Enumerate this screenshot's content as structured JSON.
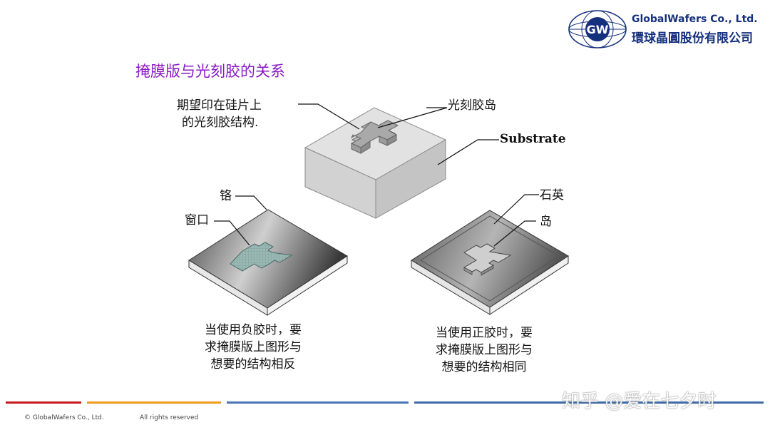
{
  "header": {
    "logo_initials": "GW",
    "company_en": "GlobalWafers Co., Ltd.",
    "company_cn": "環球晶圓股份有限公司"
  },
  "title": "掩膜版与光刻胶的关系",
  "labels": {
    "target_line1": "期望印在硅片上",
    "target_line2": "的光刻胶结构.",
    "resist_island": "光刻胶岛",
    "substrate": "Substrate",
    "chrome": "铬",
    "window": "窗口",
    "quartz": "石英",
    "island": "岛"
  },
  "captions": {
    "negative": [
      "当使用负胶时，要",
      "求掩膜版上图形与",
      "想要的结构相反"
    ],
    "positive": [
      "当使用正胶时，要",
      "求掩膜版上图形与",
      "想要的结构相同"
    ]
  },
  "footer": {
    "copyright": "© GlobalWafers Co., Ltd.",
    "rights": "All rights reserved"
  },
  "watermark": "知乎 @爱在七夕时",
  "colors": {
    "title": "#8a1ac4",
    "brand": "#15317e",
    "bar_red": "#c8171e",
    "bar_orange": "#f29b1d",
    "bar_blue": "#4a76b8"
  }
}
